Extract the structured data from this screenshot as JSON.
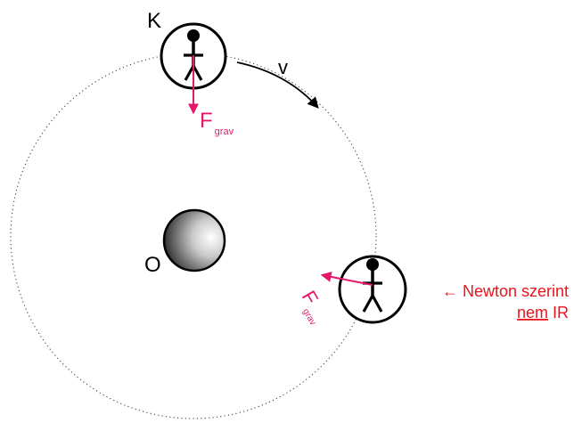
{
  "labels": {
    "frame": "K",
    "velocity": "v",
    "center": "O",
    "force_top_main": "F",
    "force_top_sub": "grav",
    "force_right_main": "F",
    "force_right_sub": "grav",
    "note_line1": "← Newton szerint",
    "note_line2_underlined": "nem",
    "note_line2_rest": "IR"
  },
  "colors": {
    "force": "#e5176b",
    "note": "#e8141c",
    "outline": "#000000",
    "orbit": "#444444"
  }
}
